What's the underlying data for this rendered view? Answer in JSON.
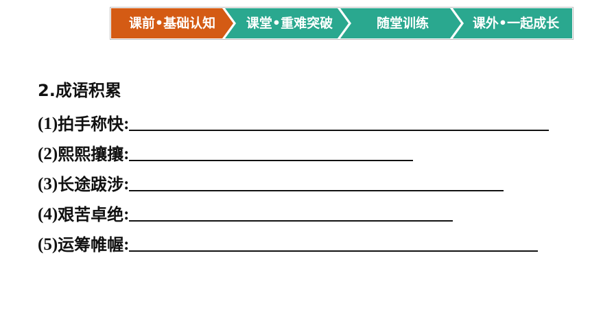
{
  "nav": {
    "steps": [
      {
        "label": "课前•基础认知",
        "state": "active"
      },
      {
        "label": "课堂•重难突破",
        "state": "inactive"
      },
      {
        "label": "随堂训练",
        "state": "inactive"
      },
      {
        "label": "课外•一起成长",
        "state": "inactive"
      }
    ],
    "colors": {
      "active": "#d45b14",
      "inactive": "#2aa88f"
    }
  },
  "section": {
    "heading": "2.成语积累",
    "items": [
      {
        "num": "(1)",
        "term": "拍手称快",
        "colon": ":"
      },
      {
        "num": "(2)",
        "term": "熙熙攘攘",
        "colon": ":"
      },
      {
        "num": "(3)",
        "term": "长途跋涉",
        "colon": ":"
      },
      {
        "num": "(4)",
        "term": "艰苦卓绝",
        "colon": ":"
      },
      {
        "num": "(5)",
        "term": "运筹帷幄",
        "colon": ":"
      }
    ]
  }
}
